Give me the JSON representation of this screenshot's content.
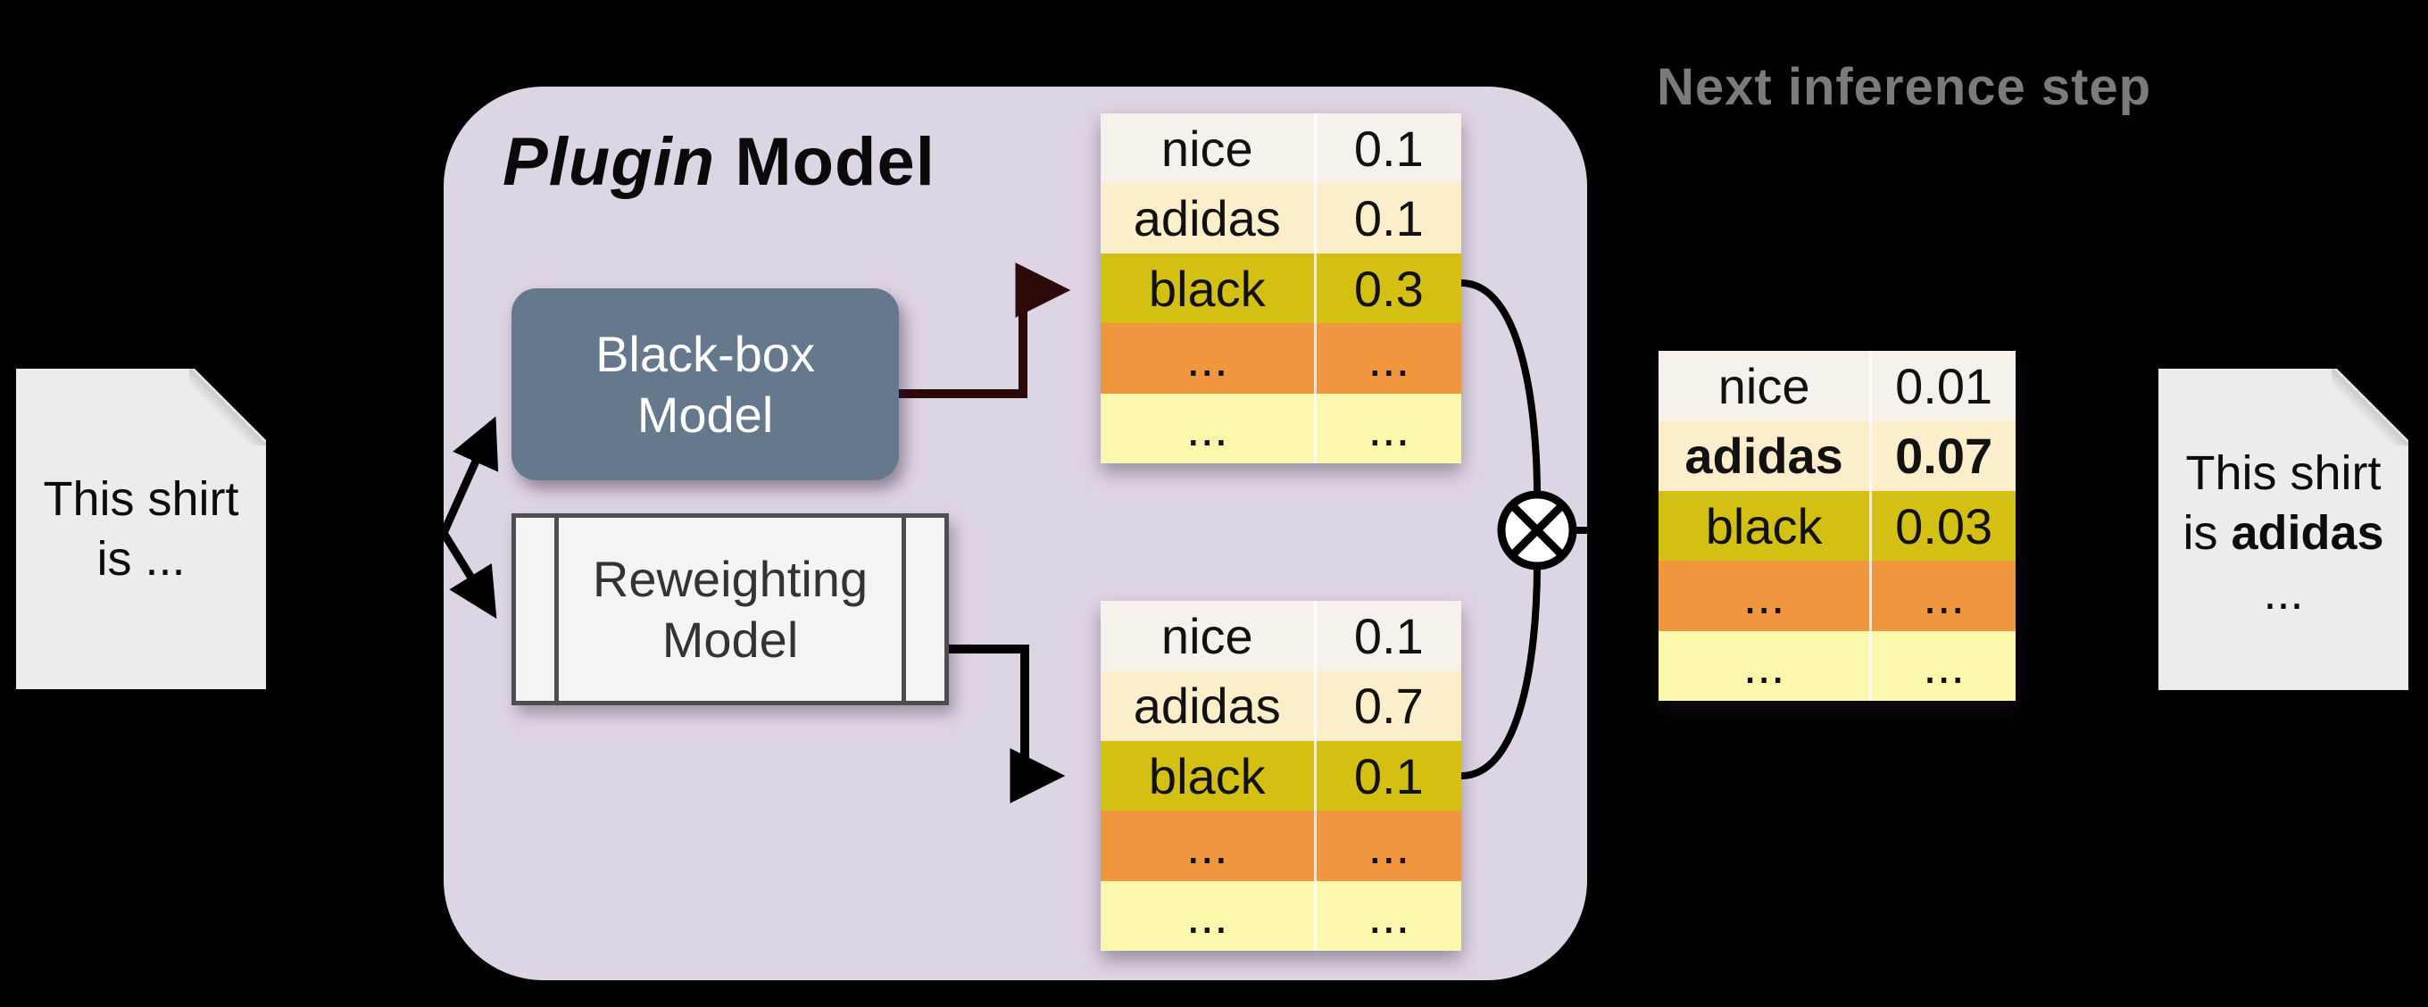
{
  "figure": {
    "background_color": "#000000",
    "plugin_container": {
      "title_italic": "Plugin",
      "title_rest": " Model",
      "fill_color": "#ded5e4"
    },
    "next_step_label": {
      "text": "Next inference step",
      "color": "#7b7b7b"
    }
  },
  "boxes": {
    "blackbox_model": {
      "label_line1": "Black-box",
      "label_line2": "Model",
      "fill_color": "#66798c",
      "text_color": "#ffffff"
    },
    "reweighting_model": {
      "label_line1": "Reweighting",
      "label_line2": "Model",
      "fill_color": "#f4f4f4",
      "border_color": "#4e4e4e"
    }
  },
  "operator": {
    "name": "element-wise-multiply",
    "glyph": "circled-times"
  },
  "row_colors": [
    "#f6f2eb",
    "#fdeecb",
    "#d3c013",
    "#f0963e",
    "#fbf7ac"
  ],
  "arrow_colors": {
    "blackbox_arrow": "#2d0909",
    "default_arrow": "#000000"
  },
  "tables": {
    "blackbox_output": {
      "rows": [
        {
          "token": "nice",
          "prob": "0.1"
        },
        {
          "token": "adidas",
          "prob": "0.1"
        },
        {
          "token": "black",
          "prob": "0.3"
        },
        {
          "token": "...",
          "prob": "..."
        },
        {
          "token": "...",
          "prob": "..."
        }
      ]
    },
    "reweighting_output": {
      "rows": [
        {
          "token": "nice",
          "prob": "0.1"
        },
        {
          "token": "adidas",
          "prob": "0.7"
        },
        {
          "token": "black",
          "prob": "0.1"
        },
        {
          "token": "...",
          "prob": "..."
        },
        {
          "token": "...",
          "prob": "..."
        }
      ]
    },
    "combined_output": {
      "rows": [
        {
          "token": "nice",
          "prob": "0.01"
        },
        {
          "token": "adidas",
          "prob": "0.07"
        },
        {
          "token": "black",
          "prob": "0.03"
        },
        {
          "token": "...",
          "prob": "..."
        },
        {
          "token": "...",
          "prob": "..."
        }
      ]
    }
  },
  "documents": {
    "input": {
      "line1": "This shirt",
      "line2": "is ..."
    },
    "output": {
      "line1": "This shirt",
      "line2_prefix": "is ",
      "line2_bold": "adidas",
      "line3": "..."
    }
  }
}
